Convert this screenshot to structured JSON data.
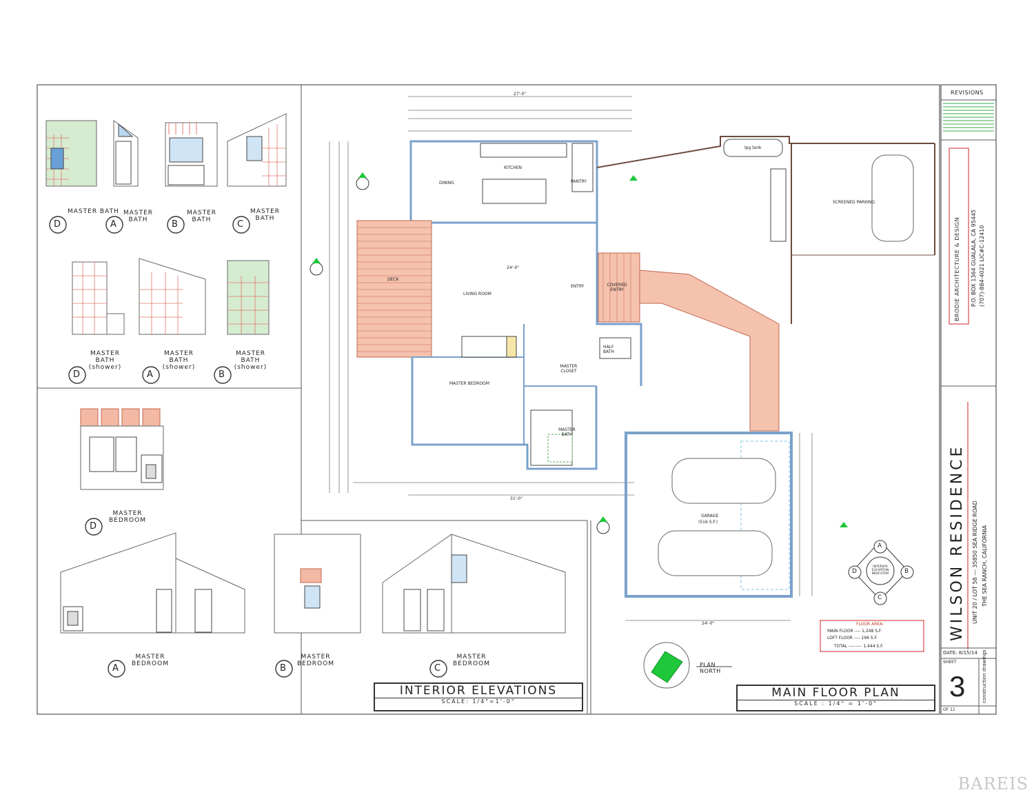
{
  "elevation_labels": {
    "d_master_bath": "MASTER BATH",
    "a_master_bath": "MASTER BATH",
    "b_master_bath": "MASTER BATH",
    "c_master_bath": "MASTER BATH",
    "d_master_bath_shower": "MASTER BATH (shower)",
    "a_master_bath_shower": "MASTER BATH (shower)",
    "b_master_bath_shower": "MASTER BATH (shower)",
    "d_master_bedroom": "MASTER BEDROOM",
    "a_master_bedroom": "MASTER BEDROOM",
    "b_master_bedroom": "MASTER BEDROOM",
    "c_master_bedroom": "MASTER BEDROOM"
  },
  "markers": {
    "a": "A",
    "b": "B",
    "c": "C",
    "d": "D"
  },
  "interior_elevations": {
    "title": "INTERIOR ELEVATIONS",
    "scale": "SCALE: 1/4\"=1'-0\""
  },
  "main_floor_plan": {
    "title": "MAIN FLOOR PLAN",
    "scale": "SCALE : 1/4\" = 1'-0\""
  },
  "plan_north": "PLAN NORTH",
  "rooms": {
    "kitchen": "KITCHEN",
    "dining": "DINING",
    "pantry": "PANTRY",
    "living_room": "LIVING ROOM",
    "deck": "DECK",
    "covered_entry": "COVERED ENTRY",
    "entry": "ENTRY",
    "half_bath": "HALF BATH",
    "master_closet": "MASTER CLOSET",
    "master_bedroom": "MASTER BEDROOM",
    "master_bath": "MASTER BATH",
    "garage": "GARAGE",
    "garage_area": "(516 S.F.)",
    "screened_parking": "SCREENED PARKING",
    "lpg_tank": "lpg tank"
  },
  "dimensions": {
    "overall_top": "27'-0\"",
    "living_width": "24'-0\"",
    "bottom": "31'-0\"",
    "garage_width": "24'-0\""
  },
  "floor_area": {
    "title": "FLOOR AREA:",
    "main": "MAIN FLOOR ---- 1,248 S.F.",
    "loft": "LOFT FLOOR ---- 196 S.F.",
    "total": "TOTAL --------- 1,444 S.F."
  },
  "indicator": "INTERIOR ELEVATION INDICATOR",
  "title_block": {
    "revisions": "REVISIONS",
    "firm": "BRODIE ARCHITECTURE & DESIGN",
    "firm_address": "P.O. BOX 1364 GUALALA, CA 95445",
    "firm_phone": "(707)-884-4021 LIC#C-12410",
    "project": "WILSON RESIDENCE",
    "project_lot": "UNIT 20 / LOT 58 --- 35850 SEA RIDGE ROAD",
    "project_city": "THE SEA RANCH, CALIFORNIA",
    "date": "DATE: 8/15/14",
    "sheet_label": "SHEET",
    "sheet_number": "3",
    "sheet_of": "OF 11",
    "sheet_desc": "construction drawings"
  },
  "watermark": "BAREIS"
}
